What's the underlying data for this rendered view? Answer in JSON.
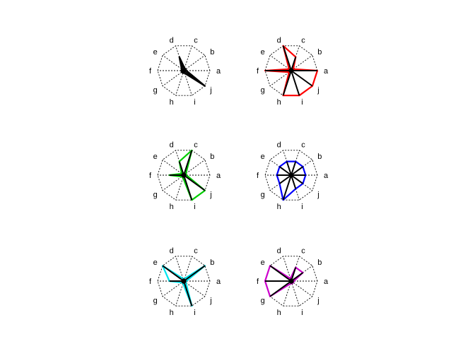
{
  "chart_data": {
    "type": "star",
    "axes": [
      "a",
      "b",
      "c",
      "d",
      "e",
      "f",
      "g",
      "h",
      "i",
      "j"
    ],
    "scale_max": 1,
    "grid": "dashed decagon",
    "panels": [
      {
        "color": "#000000",
        "values": [
          0.1,
          0.1,
          0.1,
          0.55,
          0.1,
          0.1,
          0.1,
          0.1,
          0.1,
          1.0
        ]
      },
      {
        "color": "#ff0000",
        "values": [
          1.0,
          0.1,
          0.55,
          1.0,
          0.1,
          1.0,
          0.1,
          1.0,
          1.0,
          1.0
        ]
      },
      {
        "color": "#00cd00",
        "values": [
          0.1,
          0.1,
          1.0,
          0.55,
          0.1,
          0.55,
          0.1,
          0.1,
          1.0,
          1.0
        ]
      },
      {
        "color": "#0000ff",
        "values": [
          0.55,
          0.55,
          0.55,
          0.55,
          0.55,
          0.55,
          0.55,
          1.0,
          0.55,
          0.55
        ]
      },
      {
        "color": "#00e5ee",
        "values": [
          0.1,
          1.0,
          0.1,
          0.1,
          1.0,
          0.55,
          0.1,
          0.1,
          1.0,
          0.1
        ]
      },
      {
        "color": "#cd00cd",
        "values": [
          0.1,
          0.55,
          0.55,
          0.1,
          1.0,
          1.0,
          1.0,
          0.1,
          0.1,
          0.1
        ]
      }
    ]
  }
}
